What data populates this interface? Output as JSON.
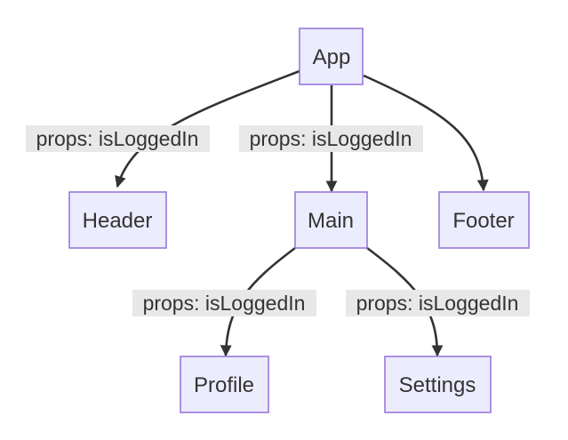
{
  "diagram": {
    "nodes": {
      "app": "App",
      "header": "Header",
      "main": "Main",
      "footer": "Footer",
      "profile": "Profile",
      "settings": "Settings"
    },
    "edge_labels": {
      "app_header": "props: isLoggedIn",
      "app_main": "props: isLoggedIn",
      "main_profile": "props: isLoggedIn",
      "main_settings": "props: isLoggedIn"
    },
    "edges": [
      {
        "from": "App",
        "to": "Header",
        "label": "props: isLoggedIn"
      },
      {
        "from": "App",
        "to": "Main",
        "label": "props: isLoggedIn"
      },
      {
        "from": "App",
        "to": "Footer",
        "label": ""
      },
      {
        "from": "Main",
        "to": "Profile",
        "label": "props: isLoggedIn"
      },
      {
        "from": "Main",
        "to": "Settings",
        "label": "props: isLoggedIn"
      }
    ],
    "colors": {
      "node_fill": "#ECECFF",
      "node_stroke": "#9370DB",
      "edge": "#333333",
      "label_background": "#e8e8e8",
      "text": "#333333"
    }
  }
}
